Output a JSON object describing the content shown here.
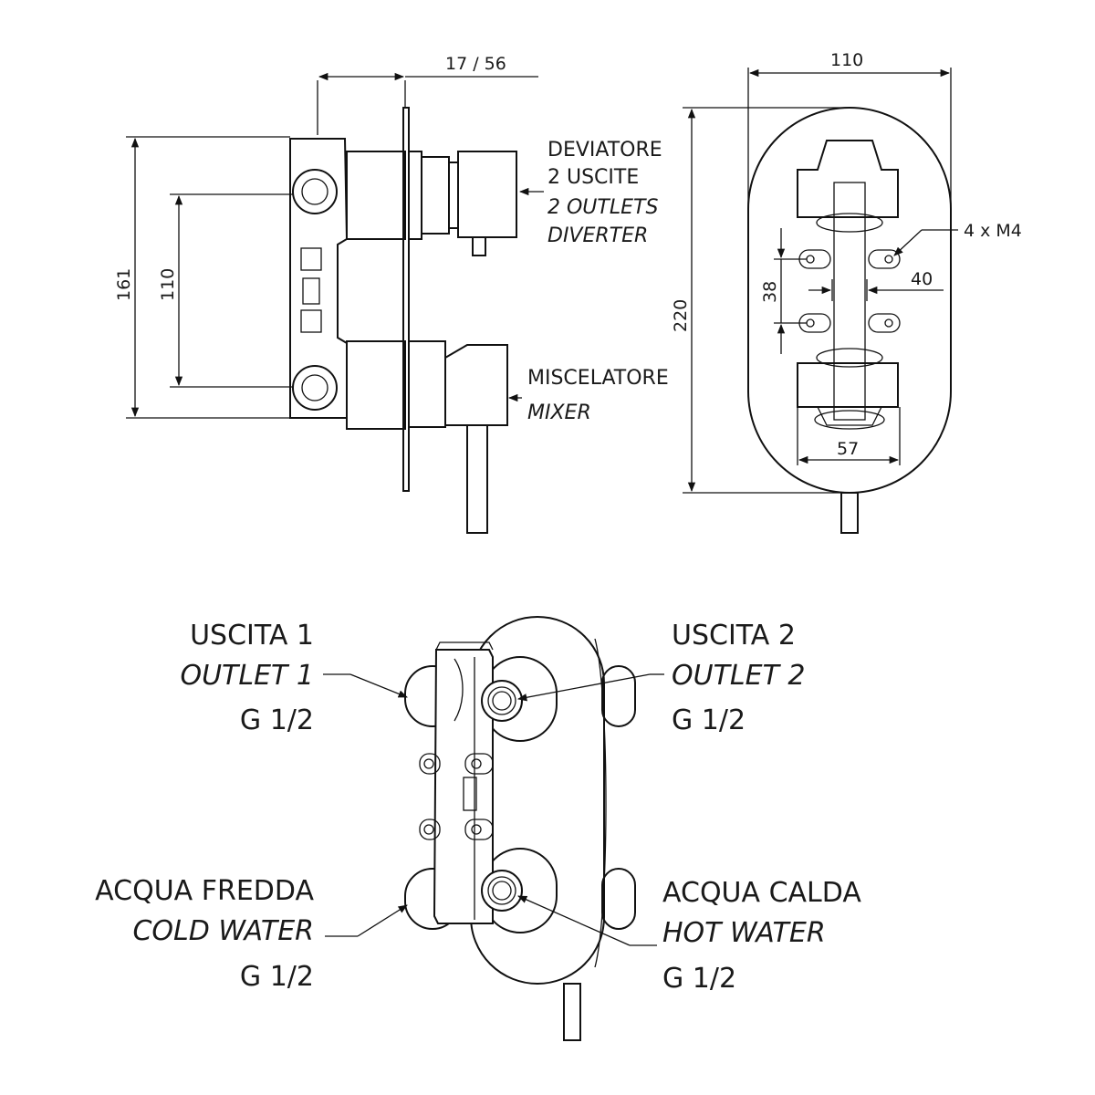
{
  "dimensions": {
    "depth": "17 / 56",
    "height_total": "161",
    "inlet_spacing": "110",
    "plate_width": "110",
    "plate_height": "220",
    "screw_v_spacing": "38",
    "screw_h_spacing": "40",
    "port_spacing": "57",
    "screws": "4 x M4"
  },
  "labels": {
    "diverter": {
      "it": "DEVIATORE",
      "it2": "2 USCITE",
      "en": "2 OUTLETS",
      "en2": "DIVERTER"
    },
    "mixer": {
      "it": "MISCELATORE",
      "en": "MIXER"
    },
    "outlet1": {
      "it": "USCITA 1",
      "en": "OUTLET 1",
      "thread": "G 1/2"
    },
    "outlet2": {
      "it": "USCITA 2",
      "en": "OUTLET 2",
      "thread": "G 1/2"
    },
    "cold": {
      "it": "ACQUA FREDDA",
      "en": "COLD WATER",
      "thread": "G 1/2"
    },
    "hot": {
      "it": "ACQUA CALDA",
      "en": "HOT WATER",
      "thread": "G 1/2"
    }
  }
}
